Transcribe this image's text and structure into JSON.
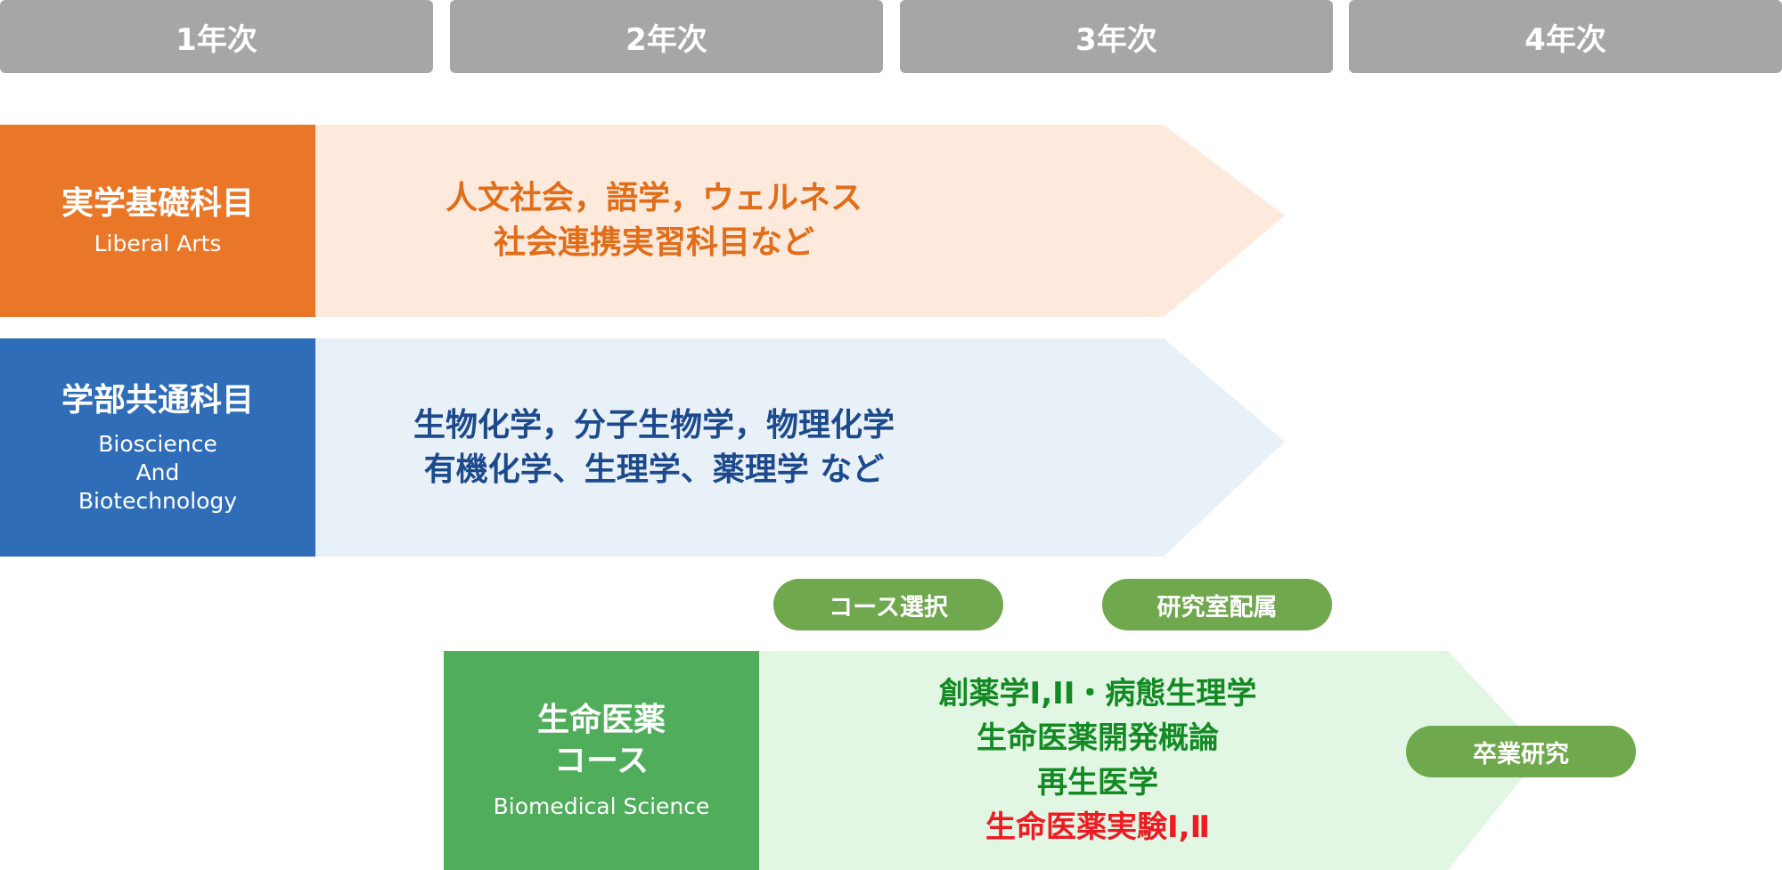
{
  "years": [
    "1年次",
    "2年次",
    "3年次",
    "4年次"
  ],
  "colors": {
    "year_header": "#a6a6a6",
    "liberal_accent": "#e97727",
    "liberal_band": "#fdeadd",
    "liberal_text": "#e16d19",
    "common_accent": "#2f6db8",
    "common_band": "#e8f0f8",
    "common_text": "#1c4a8c",
    "course_accent": "#50ad5b",
    "course_band": "#e1f7e3",
    "course_text": "#138a23",
    "course_highlight": "#ee1b23",
    "milestone": "#70a84d"
  },
  "liberal_arts": {
    "title": "実学基礎科目",
    "subtitle": "Liberal Arts",
    "content": [
      "人文社会，語学，ウェルネス",
      "社会連携実習科目など"
    ]
  },
  "common": {
    "title": "学部共通科目",
    "subtitle": [
      "Bioscience",
      "And",
      "Biotechnology"
    ],
    "content": [
      "生物化学，分子生物学，物理化学",
      "有機化学、生理学、薬理学 など"
    ]
  },
  "milestones": {
    "course_select": "コース選択",
    "lab_assign": "研究室配属",
    "graduation_research": "卒業研究"
  },
  "course": {
    "title": [
      "生命医薬",
      "コース"
    ],
    "subtitle": "Biomedical Science",
    "content": [
      "創薬学I,II・病態生理学",
      "生命医薬開発概論",
      "再生医学"
    ],
    "highlight": "生命医薬実験Ⅰ,Ⅱ"
  }
}
